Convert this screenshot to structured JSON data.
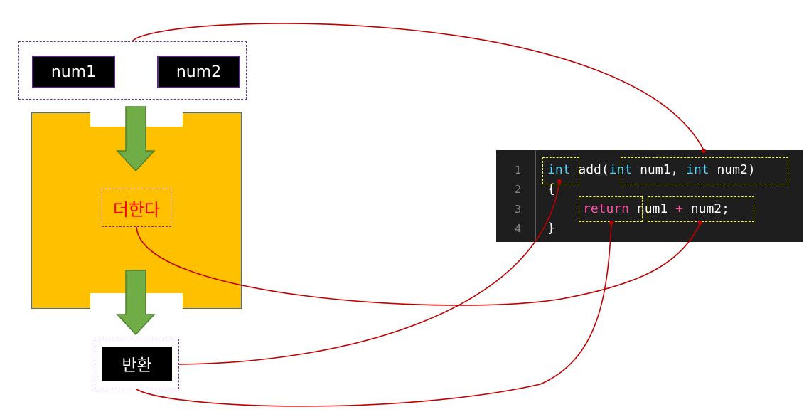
{
  "inputs": {
    "param1": "num1",
    "param2": "num2"
  },
  "machine": {
    "operation_label": "더한다"
  },
  "output": {
    "label": "반환"
  },
  "code": {
    "line_numbers": [
      "1",
      "2",
      "3",
      "4"
    ],
    "line1": {
      "return_type": "int",
      "name_open": "add(",
      "param1_type": "int",
      "param1_name": " num1,",
      "param2_type": "int",
      "param2_name": " num2",
      "close": ")"
    },
    "line2": "{",
    "line3": {
      "keyword": "return",
      "left": "num1",
      "op": "+",
      "right": "num2",
      "end": ";"
    },
    "line4": "}"
  },
  "colors": {
    "arrow_fill": "#70ad47",
    "arrow_stroke": "#507e32",
    "machine_fill": "#ffc000",
    "connector": "#c00000",
    "highlight": "#ffff00",
    "group_border": "#7030a0"
  }
}
